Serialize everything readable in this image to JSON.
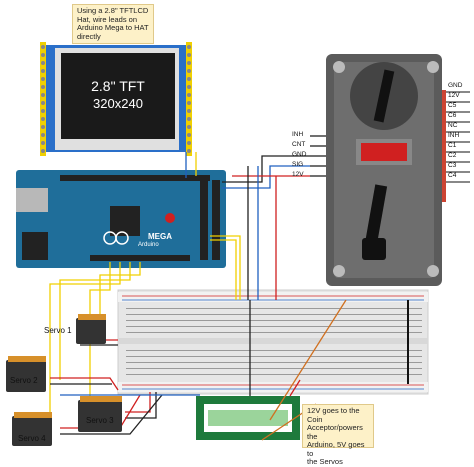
{
  "notes": {
    "tft_note": [
      "Using a 2.8\" TFTLCD",
      "Hat, wire leads on",
      "Arduino Mega to HAT",
      "directly"
    ],
    "power_note": [
      "12V goes to the Coin",
      "Acceptor/powers the",
      "Arduino, 5V goes to",
      "the Servos"
    ]
  },
  "tft": {
    "line1": "2.8\" TFT",
    "line2": "320x240"
  },
  "arduino": {
    "brand": "MEGA",
    "sub": "Arduino"
  },
  "coin_acceptor": {
    "left_pins": [
      "INH",
      "CNT",
      "GND",
      "SIG",
      "12V"
    ],
    "right_pins": [
      "GND",
      "12V",
      "C5",
      "C6",
      "NC",
      "INH",
      "C1",
      "C2",
      "C3",
      "C4"
    ]
  },
  "servos": [
    {
      "label": "Servo 1"
    },
    {
      "label": "Servo 2"
    },
    {
      "label": "Servo 3"
    },
    {
      "label": "Servo 4"
    }
  ],
  "colors": {
    "tft_board": "#2a6fc9",
    "arduino_board": "#1f6e9a",
    "coin_body": "#5b5b5b",
    "coin_red": "#d02020",
    "power_board": "#1e7a3c",
    "wire_yellow": "#f0d000",
    "wire_blue": "#2060c0",
    "wire_red": "#d02020",
    "wire_black": "#222222",
    "wire_orange": "#d07020"
  }
}
